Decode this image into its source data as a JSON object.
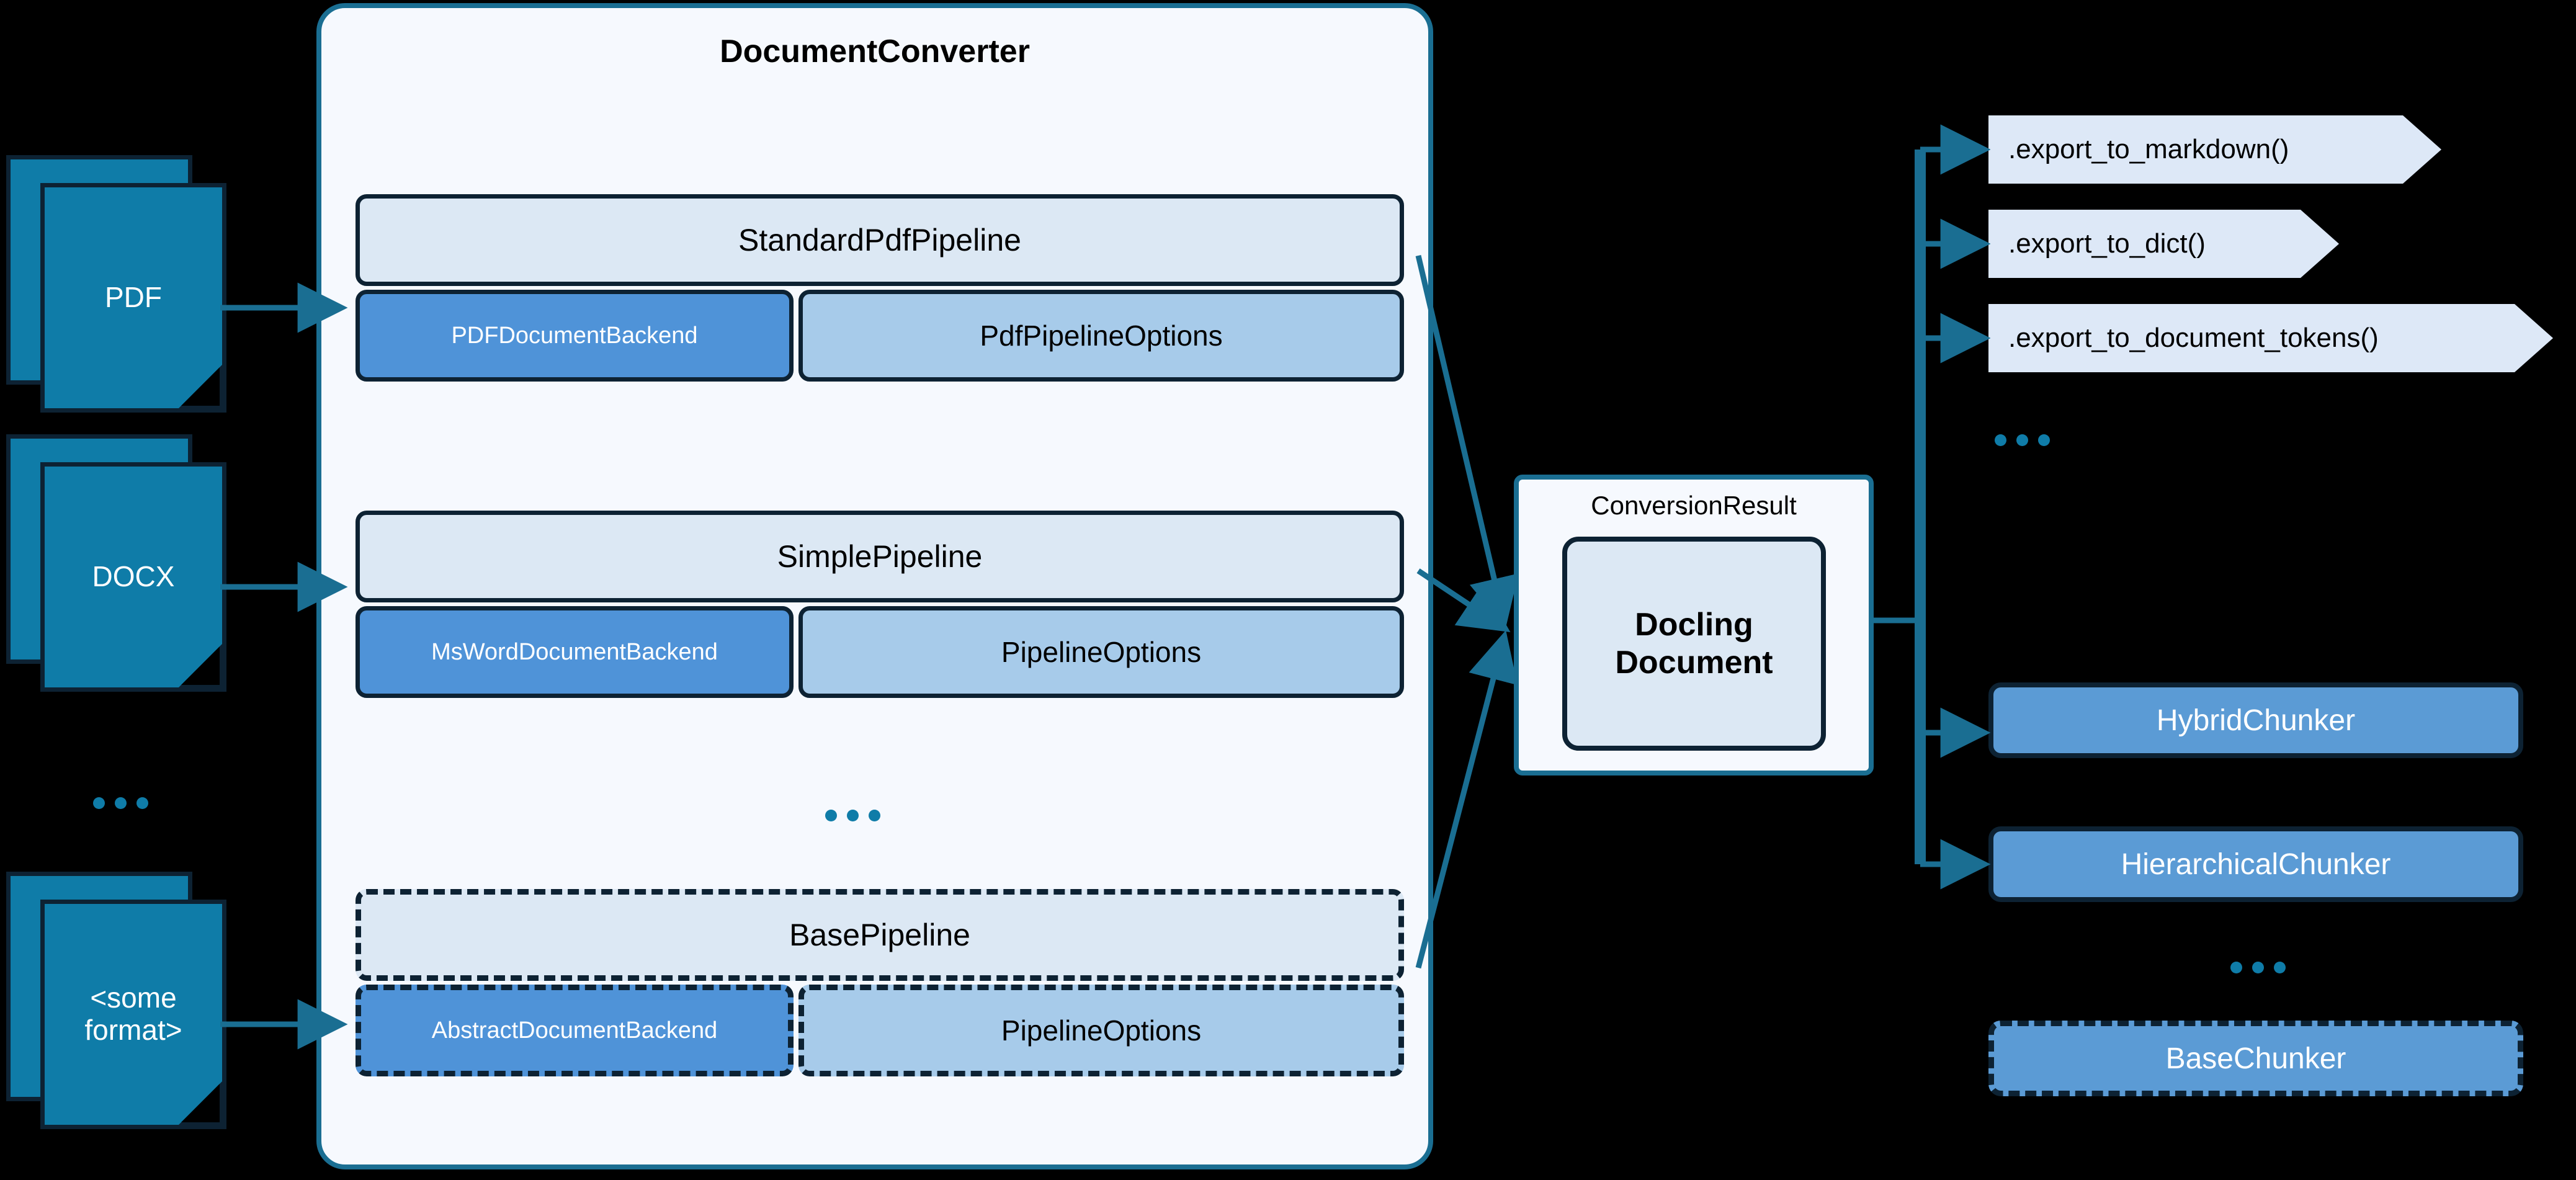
{
  "inputs": [
    {
      "label": "PDF",
      "name": "pdf"
    },
    {
      "label": "DOCX",
      "name": "docx"
    },
    {
      "label": "<some\nformat>",
      "name": "some-format"
    }
  ],
  "inputs_ellipsis": "...",
  "converter": {
    "title": "DocumentConverter",
    "middle_ellipsis": "...",
    "pipelines": [
      {
        "name": "StandardPdfPipeline",
        "backend": "PDFDocumentBackend",
        "options": "PdfPipelineOptions",
        "abstract": false
      },
      {
        "name": "SimplePipeline",
        "backend": "MsWordDocumentBackend",
        "options": "PipelineOptions",
        "abstract": false
      },
      {
        "name": "BasePipeline",
        "backend": "AbstractDocumentBackend",
        "options": "PipelineOptions",
        "abstract": true
      }
    ]
  },
  "conversion_result": {
    "title": "ConversionResult",
    "document": "Docling\nDocument"
  },
  "exports": [
    {
      "label": ".export_to_markdown()",
      "name": "export-to-markdown"
    },
    {
      "label": ".export_to_dict()",
      "name": "export-to-dict"
    },
    {
      "label": ".export_to_document_tokens()",
      "name": "export-to-document-tokens"
    }
  ],
  "exports_ellipsis": "...",
  "chunkers": [
    {
      "label": "HybridChunker",
      "name": "hybrid-chunker",
      "abstract": false
    },
    {
      "label": "HierarchicalChunker",
      "name": "hierarchical-chunker",
      "abstract": false
    },
    {
      "label": "BaseChunker",
      "name": "base-chunker",
      "abstract": true
    }
  ],
  "chunkers_ellipsis": "...",
  "colors": {
    "background": "#000000",
    "panel_fill": "#f6f9fe",
    "panel_border": "#1a6e92",
    "pipeline_fill": "#dce8f4",
    "backend_fill": "#4f93d8",
    "options_fill": "#a7cbea",
    "chunker_fill": "#5b9bd5",
    "export_fill": "#dde8f7",
    "doc_icon_fill": "#0f7ca8",
    "dark_stroke": "#0d2233",
    "connector": "#1a6e92",
    "dot": "#0f7ca8"
  }
}
